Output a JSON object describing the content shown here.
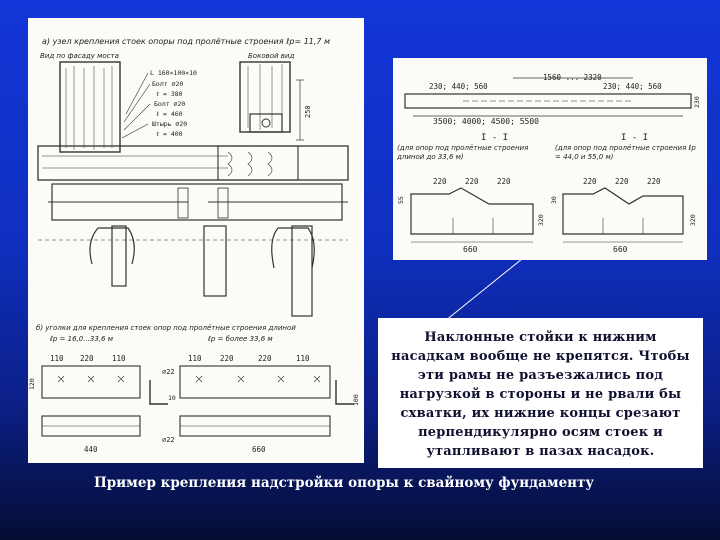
{
  "colors": {
    "slide_bg_top": "#1336d8",
    "slide_bg_bottom": "#050d33",
    "sheet_bg": "#fbfbf8",
    "ink": "#222222",
    "caption_text": "#101030",
    "title_text": "#ffffff"
  },
  "left_drawing": {
    "heading_a": "а) узел крепления стоек опоры под пролётные строения ℓp= 11,7 м",
    "view_front": "Вид по фасаду моста",
    "view_side": "Боковой вид",
    "callouts": [
      "L 160×100×10",
      "Болт ⌀20",
      "ℓ = 380",
      "Болт ⌀20",
      "ℓ = 460",
      "Штырь ⌀20",
      "ℓ = 400"
    ],
    "dim_vertical": "250",
    "heading_b": "б) уголки для крепления стоек опор под пролётные строения длиной",
    "heading_b_sub_left": "ℓp = 16,0...33,6 м",
    "heading_b_sub_right": "ℓp = более 33,6 м",
    "angle_dims_left": [
      "110",
      "220",
      "110"
    ],
    "angle_dims_right": [
      "110",
      "220",
      "220",
      "110"
    ],
    "hole_left": "⌀22",
    "hole_right": "⌀22",
    "len_left": "440",
    "len_right": "660",
    "side_dims": [
      "120",
      "100",
      "10"
    ]
  },
  "right_drawing": {
    "top_dims": [
      "1560 ... 2320",
      "230; 440; 560",
      "230; 440; 560"
    ],
    "span_dims": "3500; 4000; 4500; 5500",
    "section_left": "I - I",
    "section_right": "I - I",
    "note_left": "(для опор под пролётные строения длиной до 33,6 м)",
    "note_right": "(для опор под пролётные строения ℓp = 44,0 и 55,0 м)",
    "sec_dims_left": [
      "220",
      "220",
      "220"
    ],
    "sec_dims_right": [
      "220",
      "220",
      "220"
    ],
    "heights": [
      "55",
      "320",
      "30",
      "320"
    ],
    "len_left": "660",
    "len_right": "660",
    "side_h": "230"
  },
  "caption": {
    "lines": [
      "Наклонные стойки к нижним",
      "насадкам вообще не крепятся. Чтобы",
      "эти рамы не разъезжались под",
      "нагрузкой в стороны и не рвали бы",
      "схватки, их нижние концы срезают",
      "перпендикулярно осям стоек и",
      "утапливают в пазах насадок."
    ]
  },
  "slide_title": "Пример крепления надстройки опоры к свайному фундаменту"
}
